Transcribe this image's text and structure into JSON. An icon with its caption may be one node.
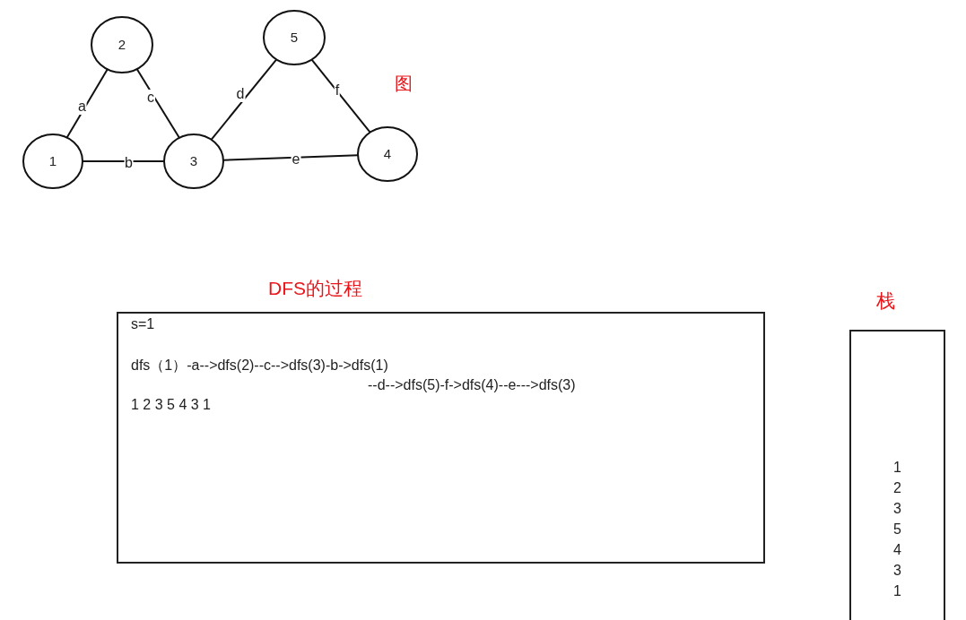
{
  "diagram": {
    "nodes": [
      {
        "text": [
          "2"
        ]
      },
      {
        "text": [
          "5"
        ]
      },
      {
        "text": [
          "1"
        ]
      },
      {
        "text": [
          "3"
        ]
      },
      {
        "text": [
          "4"
        ]
      },
      {
        "text": [
          "DFS的过程",
          "s=1",
          "dfs（1）-a-->dfs(2)--c-->dfs(3)-b->dfs(1)",
          "--d-->dfs(5)-f->dfs(4)--e--->dfs(3)",
          "1 2 3 5 4 3 1"
        ]
      },
      {
        "text": [
          "栈",
          "1",
          "2",
          "3",
          "5",
          "4",
          "3",
          "1"
        ]
      }
    ],
    "edges": [
      {
        "from": 2,
        "to": 0,
        "arrow": "none",
        "label": "a"
      },
      {
        "from": 0,
        "to": 3,
        "arrow": "none",
        "label": "c"
      },
      {
        "from": 2,
        "to": 3,
        "arrow": "none",
        "label": "b"
      },
      {
        "from": 3,
        "to": 1,
        "arrow": "none",
        "label": "d"
      },
      {
        "from": 1,
        "to": 4,
        "arrow": "none",
        "label": "f"
      },
      {
        "from": 3,
        "to": 4,
        "arrow": "none",
        "label": "e"
      }
    ],
    "labels": [
      "图"
    ]
  }
}
